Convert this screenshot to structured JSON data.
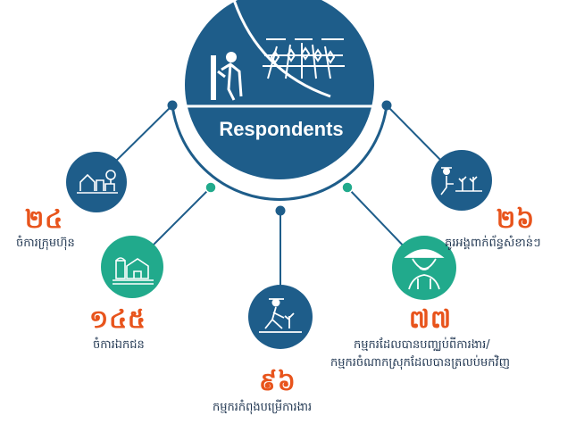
{
  "hub": {
    "title": "Respondents"
  },
  "groups": [
    {
      "id": "companies",
      "value": "២៤",
      "label": "ចំការក្រុមហ៊ុន",
      "icon": "farm-house-icon"
    },
    {
      "id": "private",
      "value": "១៤៥",
      "label": "ចំការឯកជន",
      "icon": "barn-silo-icon"
    },
    {
      "id": "workers",
      "value": "៩៦",
      "label": "កម្មករកំពុងបម្រើការងារ",
      "icon": "farmer-planting-icon"
    },
    {
      "id": "returnees",
      "value": "៧៧",
      "label_line1": "កម្មករដែលបានបញ្ឈប់ពីការងារ/",
      "label_line2": "កម្មករចំណាកស្រុកដែលបានត្រលប់មកវិញ",
      "icon": "farmer-hat-icon"
    },
    {
      "id": "partners",
      "value": "២៦",
      "label": "គូរអង្គពាក់ព័ន្ធសំខាន់ៗ",
      "icon": "greenhouse-worker-icon"
    }
  ],
  "colors": {
    "navy": "#1e5d8a",
    "teal": "#21aa8c",
    "orange": "#e8541c",
    "text": "#1f3550"
  }
}
